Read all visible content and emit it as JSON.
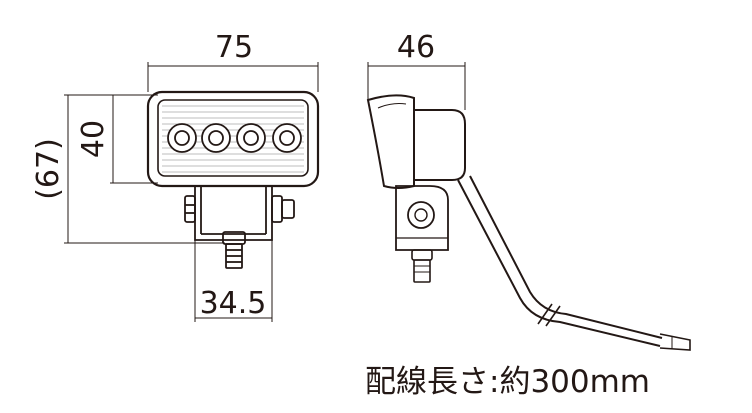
{
  "dimensions": {
    "width": "75",
    "depth": "46",
    "lens_height": "40",
    "overall_height": "(67)",
    "bracket_width": "34.5"
  },
  "note": "配線長さ:約300mm",
  "colors": {
    "ink": "#231815",
    "background": "#ffffff"
  }
}
